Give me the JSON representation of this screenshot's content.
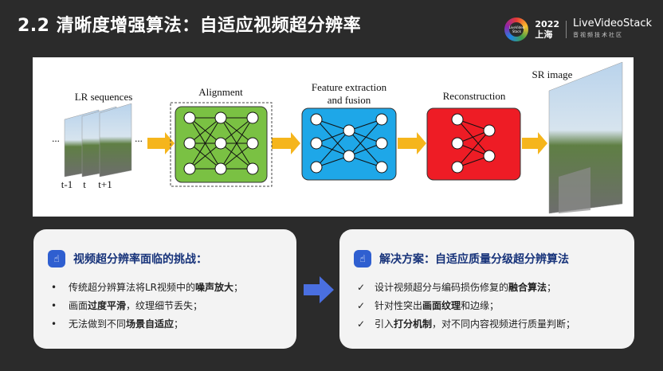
{
  "title": "2.2 清晰度增强算法：自适应视频超分辨率",
  "logo": {
    "badge_text": "LiveVideo Stack",
    "year": "2022",
    "city": "上海",
    "brand": "LiveVideoStack",
    "brand_sub": "音视频技术社区"
  },
  "diagram": {
    "lr_label": "LR sequences",
    "frame_labels": [
      "t-1",
      "t",
      "t+1"
    ],
    "ellipsis": "...",
    "alignment_label": "Alignment",
    "feature_label_1": "Feature extraction",
    "feature_label_2": "and fusion",
    "recon_label": "Reconstruction",
    "sr_label": "SR image",
    "colors": {
      "alignment": "#7ac143",
      "feature": "#1ea7e8",
      "reconstruction": "#ee1c25",
      "arrow": "#f5b51c"
    }
  },
  "challenge_card": {
    "icon": "hand-pointer-icon",
    "title": "视频超分辨率面临的挑战：",
    "bullet_mark": "•",
    "items": [
      {
        "pre": "传统超分辨算法将LR视频中的",
        "bold": "噪声放大",
        "post": "；"
      },
      {
        "pre": "画面",
        "bold": "过度平滑",
        "post": "，纹理细节丢失；"
      },
      {
        "pre": "无法做到不同",
        "bold": "场景自适应",
        "post": "；"
      }
    ]
  },
  "solution_card": {
    "icon": "hand-pointer-icon",
    "title": "解决方案：自适应质量分级超分辨算法",
    "bullet_mark": "✓",
    "items": [
      {
        "pre": "设计视频超分与编码损伤修复的",
        "bold": "融合算法",
        "post": "；"
      },
      {
        "pre": "针对性突出",
        "bold": "画面纹理",
        "post": "和边缘；"
      },
      {
        "pre": "引入",
        "bold": "打分机制",
        "post": "，对不同内容视频进行质量判断；"
      }
    ]
  }
}
